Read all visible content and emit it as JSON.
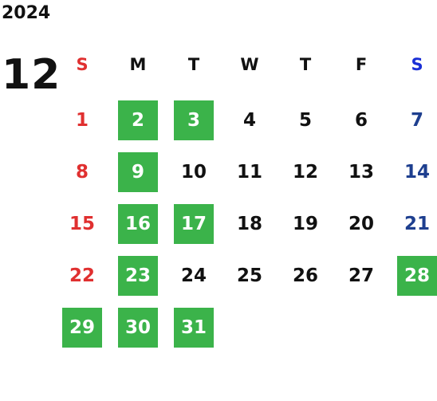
{
  "year": "2024",
  "month": "12",
  "weekdays": [
    "S",
    "M",
    "T",
    "W",
    "T",
    "F",
    "S"
  ],
  "colors": {
    "sunday": "#e03030",
    "saturday": "#1e3f8f",
    "saturday_header": "#1a2fd6",
    "highlight": "#3bb34a",
    "text": "#111111"
  },
  "weeks": [
    [
      {
        "day": "1",
        "highlight": false
      },
      {
        "day": "2",
        "highlight": true
      },
      {
        "day": "3",
        "highlight": true
      },
      {
        "day": "4",
        "highlight": false
      },
      {
        "day": "5",
        "highlight": false
      },
      {
        "day": "6",
        "highlight": false
      },
      {
        "day": "7",
        "highlight": false
      }
    ],
    [
      {
        "day": "8",
        "highlight": false
      },
      {
        "day": "9",
        "highlight": true
      },
      {
        "day": "10",
        "highlight": false
      },
      {
        "day": "11",
        "highlight": false
      },
      {
        "day": "12",
        "highlight": false
      },
      {
        "day": "13",
        "highlight": false
      },
      {
        "day": "14",
        "highlight": false
      }
    ],
    [
      {
        "day": "15",
        "highlight": false
      },
      {
        "day": "16",
        "highlight": true
      },
      {
        "day": "17",
        "highlight": true
      },
      {
        "day": "18",
        "highlight": false
      },
      {
        "day": "19",
        "highlight": false
      },
      {
        "day": "20",
        "highlight": false
      },
      {
        "day": "21",
        "highlight": false
      }
    ],
    [
      {
        "day": "22",
        "highlight": false
      },
      {
        "day": "23",
        "highlight": true
      },
      {
        "day": "24",
        "highlight": false
      },
      {
        "day": "25",
        "highlight": false
      },
      {
        "day": "26",
        "highlight": false
      },
      {
        "day": "27",
        "highlight": false
      },
      {
        "day": "28",
        "highlight": true
      }
    ],
    [
      {
        "day": "29",
        "highlight": true
      },
      {
        "day": "30",
        "highlight": true
      },
      {
        "day": "31",
        "highlight": true
      }
    ]
  ]
}
